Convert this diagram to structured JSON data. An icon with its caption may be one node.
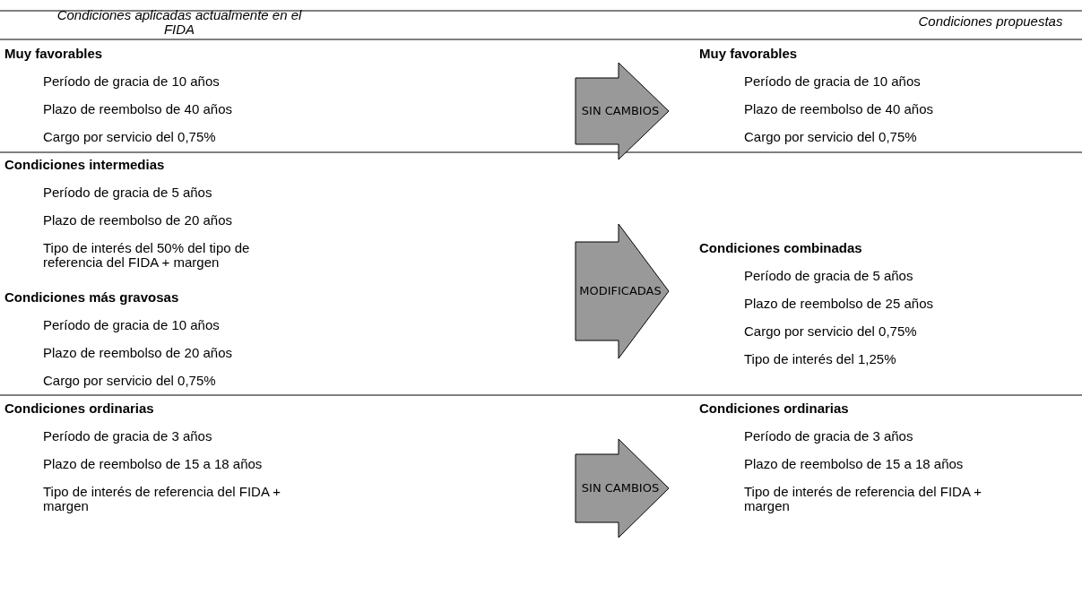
{
  "diagram": {
    "nodes": [
      {
        "text": [
          "SIN CAMBIOS"
        ]
      },
      {
        "text": [
          "MODIFICADAS"
        ]
      },
      {
        "text": [
          "SIN CAMBIOS"
        ]
      }
    ],
    "labels": [
      "Condiciones aplicadas actualmente en el FIDA",
      "Condiciones propuestas",
      "Muy favorables",
      "Período de gracia de 10 años",
      "Plazo de reembolso de 40 años",
      "Cargo por servicio del 0,75%",
      "Muy favorables",
      "Período de gracia de 10 años",
      "Plazo de reembolso de 40 años",
      "Cargo por servicio del 0,75%",
      "Condiciones intermedias",
      "Período de gracia de 5 años",
      "Plazo de reembolso de 20 años",
      "Tipo de interés del 50% del tipo de referencia del FIDA + margen",
      "Condiciones más gravosas",
      "Período de gracia de 10 años",
      "Plazo de reembolso de 20 años",
      "Cargo por servicio del 0,75%",
      "Condiciones combinadas",
      "Período de gracia de 5 años",
      "Plazo de reembolso de 25 años",
      "Cargo por servicio del 0,75%",
      "Tipo de interés del 1,25%",
      "Condiciones ordinarias",
      "Período de gracia de 3 años",
      "Plazo de reembolso de 15 a 18 años",
      "Tipo de interés de referencia del FIDA + margen",
      "Condiciones ordinarias",
      "Período de gracia de 3 años",
      "Plazo de reembolso de 15 a 18 años",
      "Tipo de interés de referencia del FIDA + margen"
    ]
  }
}
